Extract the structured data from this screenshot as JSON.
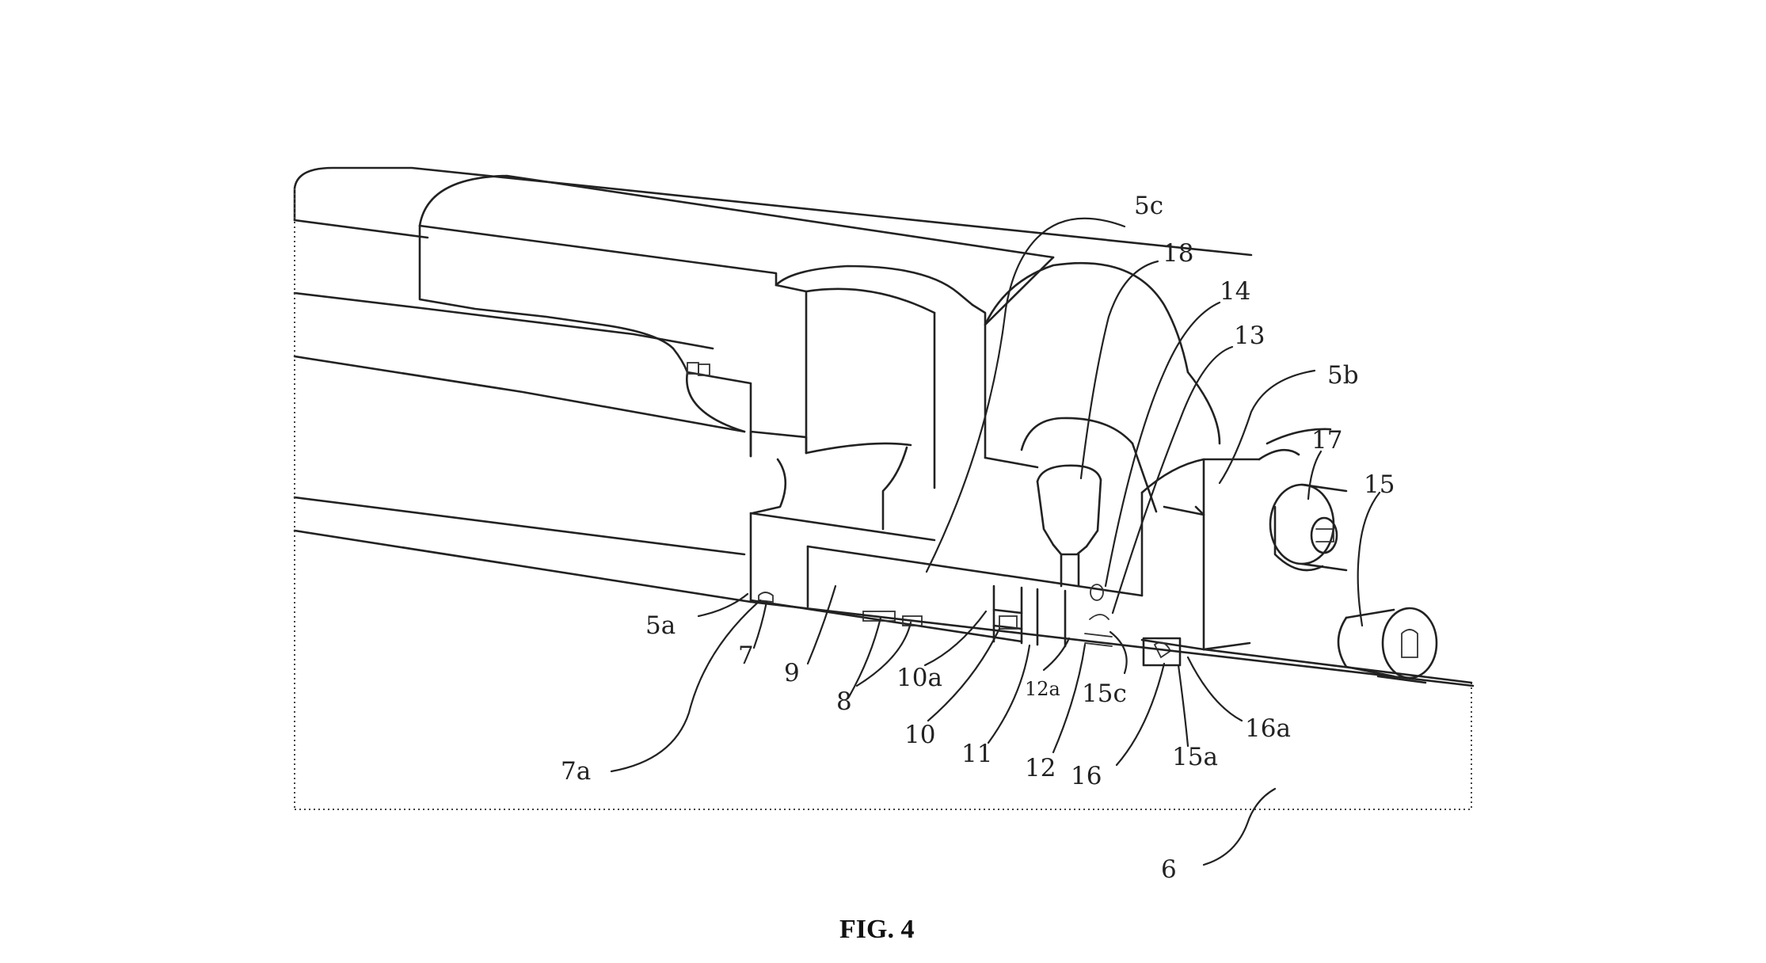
{
  "figure": {
    "caption": "FIG. 4",
    "reference_numerals": {
      "r5c": "5c",
      "r18": "18",
      "r14": "14",
      "r13": "13",
      "r5b": "5b",
      "r17": "17",
      "r15": "15",
      "r5a": "5a",
      "r7": "7",
      "r9": "9",
      "r8": "8",
      "r10a": "10a",
      "r10": "10",
      "r11": "11",
      "r12a": "12a",
      "r12": "12",
      "r15c": "15c",
      "r16": "16",
      "r15a": "15a",
      "r16a": "16a",
      "r7a": "7a",
      "r6": "6"
    }
  }
}
